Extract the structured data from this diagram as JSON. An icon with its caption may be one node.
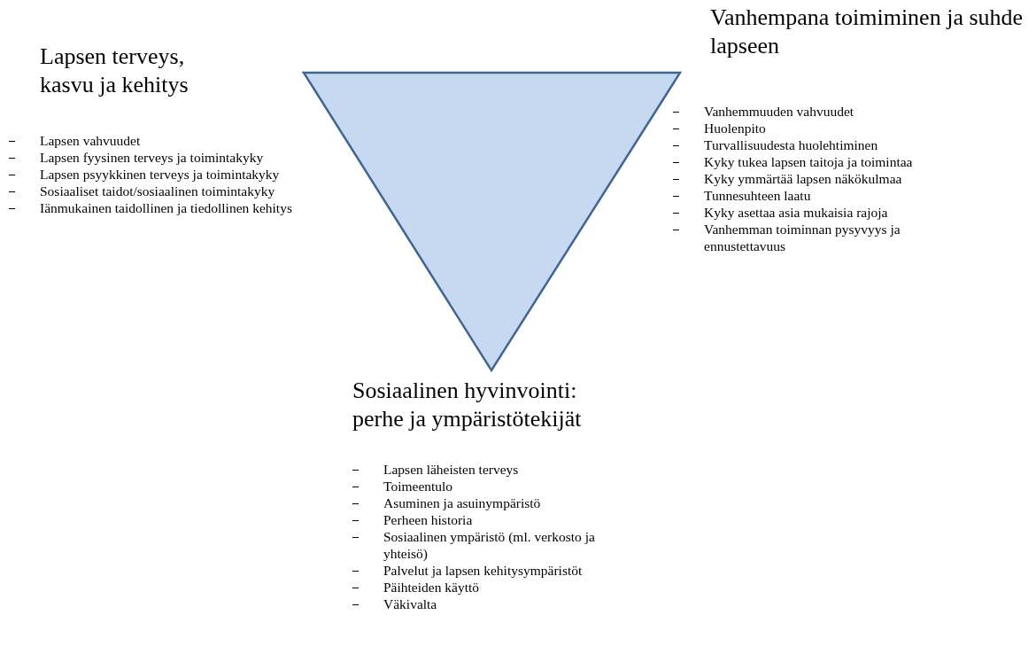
{
  "diagram": {
    "nodes": [
      {
        "text": [],
        "shape": "triangle"
      }
    ],
    "labels": [
      "Lapsen terveys, kasvu ja kehitys",
      "Lapsen vahvuudet",
      "Lapsen fyysinen terveys ja toimintakyky",
      "Lapsen psyykkinen terveys ja toimintakyky",
      "Sosiaaliset taidot/sosiaalinen toimintakyky",
      "Iänmukainen taidollinen ja tiedollinen kehitys",
      "Vanhempana toimiminen ja suhde lapseen",
      "Vanhemmuuden vahvuudet",
      "Huolenpito",
      "Turvallisuudesta huolehtiminen",
      "Kyky tukea lapsen taitoja ja toimintaa",
      "Kyky ymmärtää lapsen näkökulmaa",
      "Tunnesuhteen laatu",
      "Kyky asettaa asia mukaisia rajoja",
      "Vanhemman toiminnan pysyvyys ja ennustettavuus",
      "Sosiaalinen hyvinvointi: perhe ja ympäristötekijät",
      "Lapsen läheisten terveys",
      "Toimeentulo",
      "Asuminen ja asuinympäristö",
      "Perheen historia",
      "Sosiaalinen ympäristö (ml. verkosto ja yhteisö)",
      "Palvelut ja lapsen kehitysympäristöt",
      "Päihteiden käyttö",
      "Väkivalta"
    ]
  }
}
